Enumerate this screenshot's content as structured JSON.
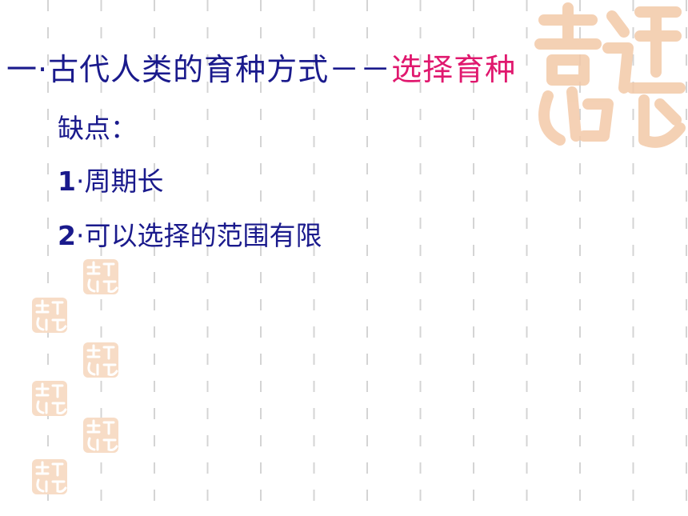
{
  "slide": {
    "title_prefix": "一·古代人类的育种方式－－",
    "title_highlight": "选择育种",
    "subheading": "缺点：",
    "points": [
      {
        "num": "1",
        "text": "·周期长"
      },
      {
        "num": "2",
        "text": "·可以选择的范围有限"
      }
    ]
  },
  "colors": {
    "text": "#1a1a8c",
    "highlight": "#e0186e",
    "seal": "#f3c9a8",
    "grid": "#d4d4d4"
  },
  "icons": {
    "seal": "jixiang-seal-icon"
  }
}
